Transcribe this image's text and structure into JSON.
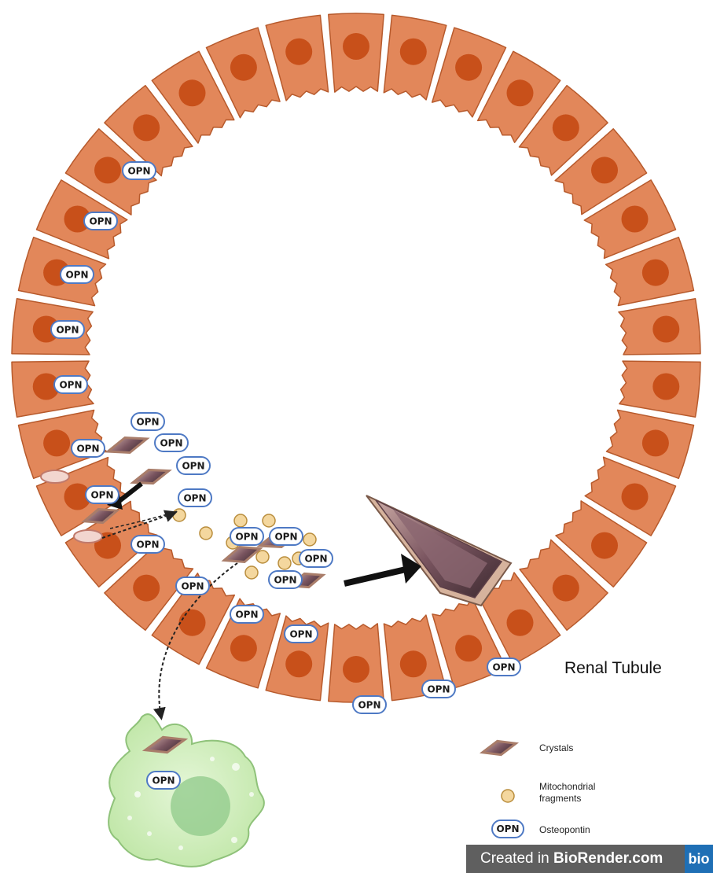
{
  "title": "Renal Tubule",
  "osteopontin_label": "OPN",
  "legend": {
    "crystals": "Crystals",
    "mitochondrial_line1": "Mitochondrial",
    "mitochondrial_line2": "fragments",
    "osteopontin_icon": "OPN",
    "osteopontin": "Osteopontin"
  },
  "watermark": {
    "prefix": "Created in ",
    "brand": "BioRender.com",
    "logo": "bio"
  },
  "colors": {
    "cell_fill": "#e2875a",
    "cell_stroke": "#b75a2c",
    "nucleus": "#c8501a",
    "opn_stroke": "#4e79c4",
    "mito_fragment": "#f4d79e",
    "crystal": "#7a5560",
    "macrophage": "#cdeeb8"
  }
}
